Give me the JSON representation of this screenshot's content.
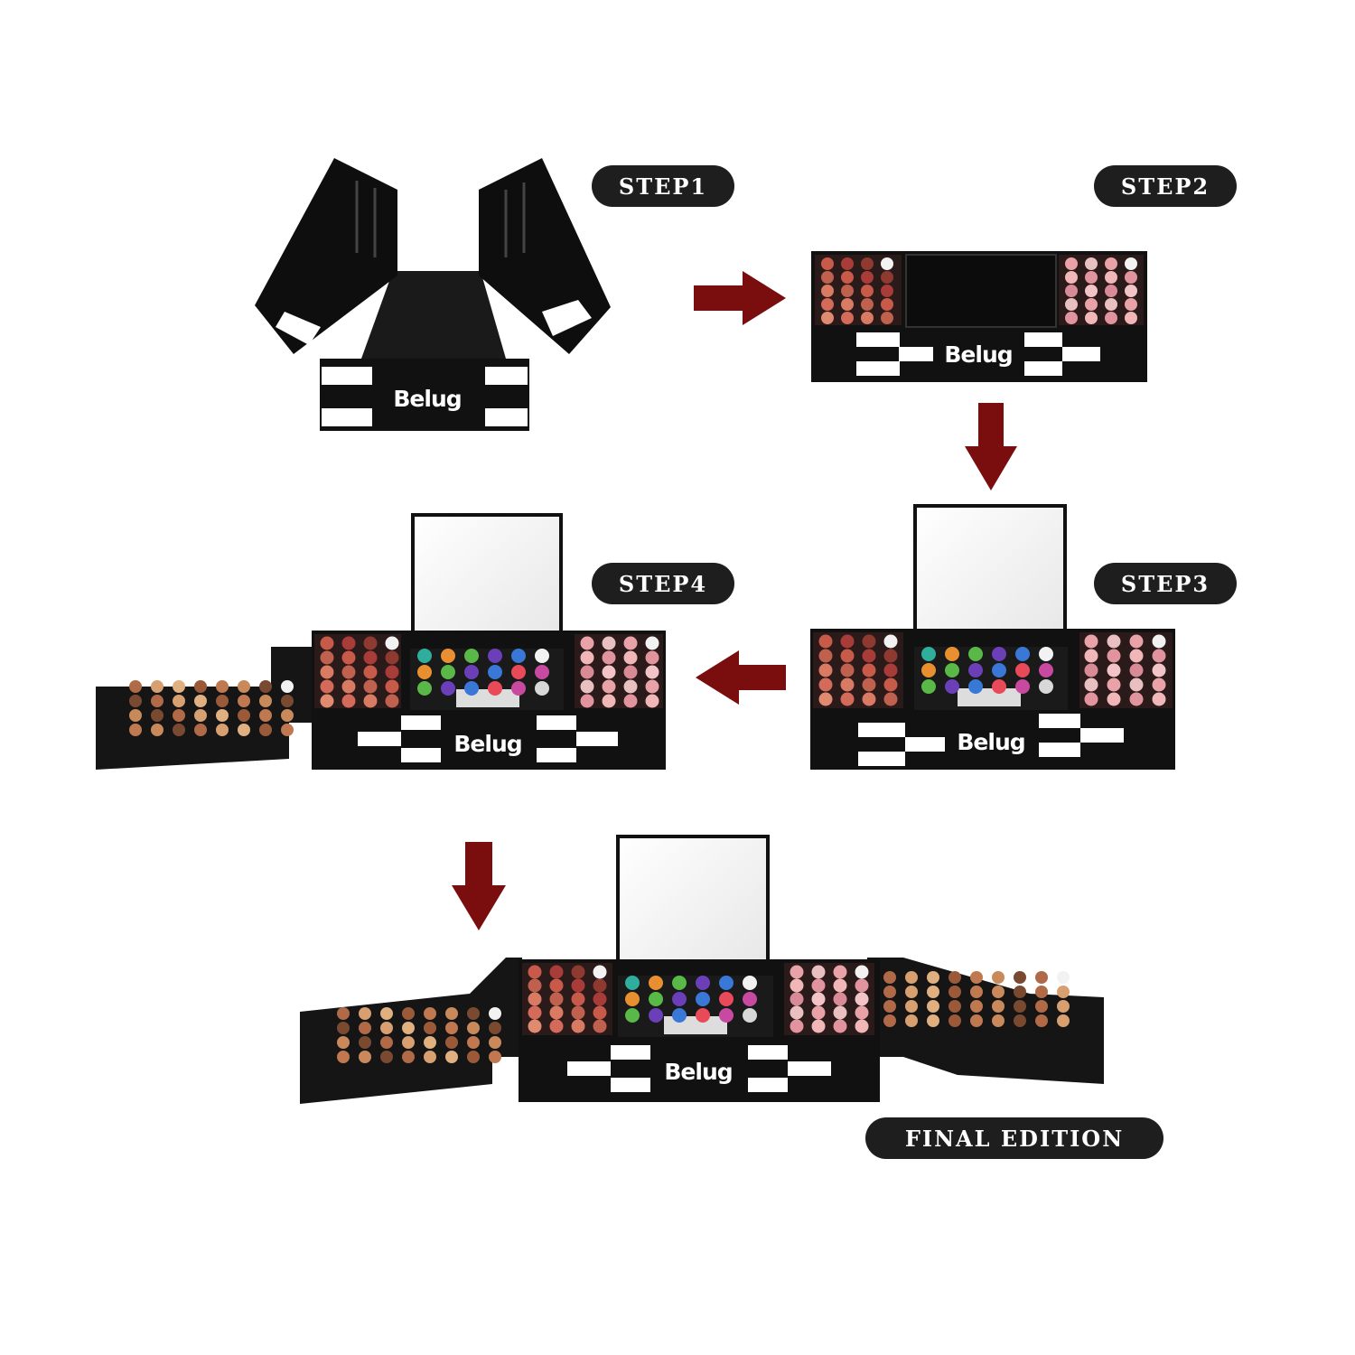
{
  "labels": {
    "step1": "STEP1",
    "step2": "STEP2",
    "step3": "STEP3",
    "step4": "STEP4",
    "final": "FINAL EDITION"
  },
  "brand": "Belug",
  "colors": {
    "case": "#111111",
    "arrow": "#7a0d0d",
    "pill": "#1e1e1e",
    "mirror": "#f4f4f4"
  },
  "icons": {
    "arrow": "block-arrow-icon"
  }
}
